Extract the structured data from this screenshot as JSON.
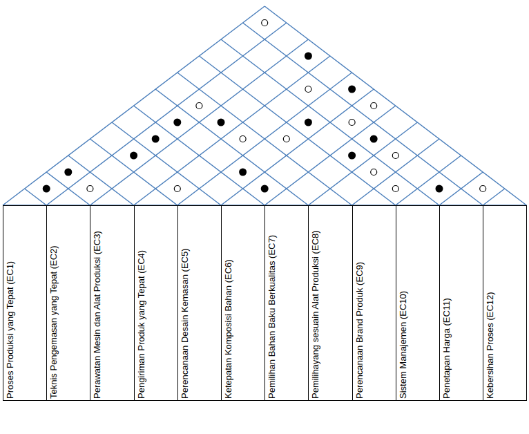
{
  "diagram": {
    "nodes": [
      {
        "text": [
          "Proses Produksi yang Tepat (EC1)"
        ]
      },
      {
        "text": [
          "Teknis Pengemasan yang Tepat (EC2)"
        ]
      },
      {
        "text": [
          "Perawatan Mesin dan Alat Produksi (EC3)"
        ]
      },
      {
        "text": [
          "Pengiriman Produk yang Tepat (EC4)"
        ]
      },
      {
        "text": [
          "Perencanaan Desain Kemasan (EC5)"
        ]
      },
      {
        "text": [
          "Ketepatan Komposisi Bahan (EC6)"
        ]
      },
      {
        "text": [
          "Pemilihan Bahan Baku Berkualitas (EC7)"
        ]
      },
      {
        "text": [
          "Pemilihayang sesuain Alat Produksi (EC8)"
        ]
      },
      {
        "text": [
          "Perencanaan Brand Produk (EC9)"
        ]
      },
      {
        "text": [
          "Sistem Manajemen (EC10)"
        ]
      },
      {
        "text": [
          "Penetapan Harga (EC11)"
        ]
      },
      {
        "text": [
          "Kebersihan Proses (EC12)"
        ]
      }
    ]
  }
}
